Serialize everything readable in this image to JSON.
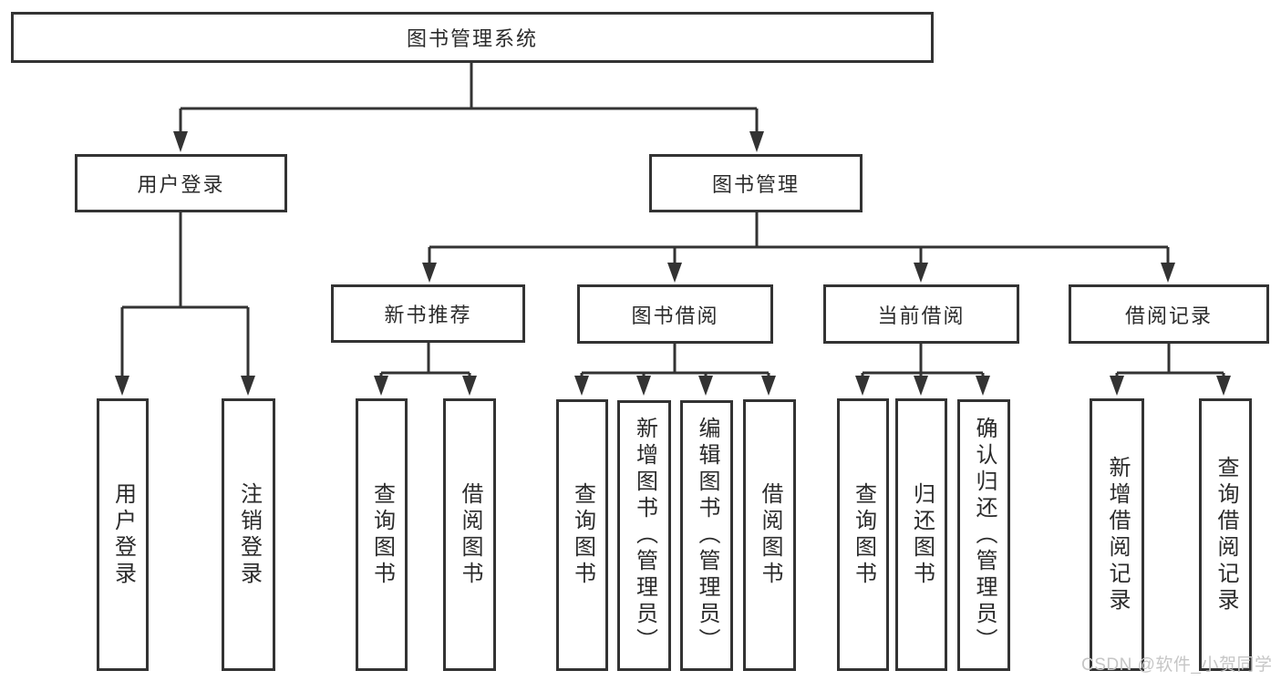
{
  "tree": {
    "root": "图书管理系统",
    "user_login": {
      "label": "用户登录",
      "children": [
        "用户登录",
        "注销登录"
      ]
    },
    "book_mgmt": {
      "label": "图书管理",
      "sections": [
        {
          "label": "新书推荐",
          "children": [
            "查询图书",
            "借阅图书"
          ]
        },
        {
          "label": "图书借阅",
          "children": [
            "查询图书",
            "新增图书（管理员）",
            "编辑图书（管理员）",
            "借阅图书"
          ]
        },
        {
          "label": "当前借阅",
          "children": [
            "查询图书",
            "归还图书",
            "确认归还（管理员）"
          ]
        },
        {
          "label": "借阅记录",
          "children": [
            "新增借阅记录",
            "查询借阅记录"
          ]
        }
      ]
    }
  },
  "watermark": "CSDN @软件_小贺同学",
  "colors": {
    "line": "#333333",
    "text": "#2b2b2b",
    "background": "#ffffff",
    "watermark": "#c6c6c6"
  }
}
